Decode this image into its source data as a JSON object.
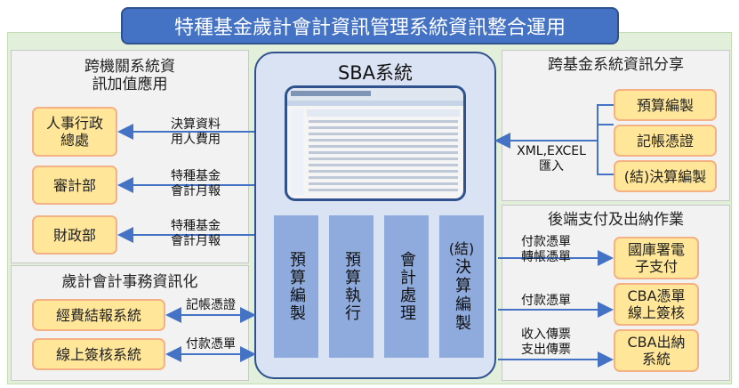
{
  "title": "特種基金歲計會計資訊管理系統資訊整合運用",
  "left_top_panel": {
    "title": "跨機關系統資訊加值應用",
    "boxes": [
      {
        "label": "人事行政總處",
        "arrow_label": "決算資料用人費用"
      },
      {
        "label": "審計部",
        "arrow_label": "特種基金會計月報"
      },
      {
        "label": "財政部",
        "arrow_label": "特種基金會計月報"
      }
    ]
  },
  "left_bottom_panel": {
    "title": "歲計會計事務資訊化",
    "boxes": [
      {
        "label": "經費結報系統",
        "arrow_label": "記帳憑證"
      },
      {
        "label": "線上簽核系統",
        "arrow_label": "付款憑單"
      }
    ]
  },
  "center": {
    "title": "SBA系統",
    "modules": [
      "預算編製",
      "預算執行",
      "會計處理",
      "(結)決算編製"
    ]
  },
  "right_top_panel": {
    "title": "跨基金系統資訊分享",
    "boxes": [
      "預算編製",
      "記帳憑證",
      "(結)決算編製"
    ],
    "arrow_label": "XML,EXCEL匯入"
  },
  "right_bottom_panel": {
    "title": "後端支付及出納作業",
    "boxes": [
      {
        "label": "國庫署電子支付",
        "arrow_label": "付款憑單轉帳憑單"
      },
      {
        "label": "CBA憑單線上簽核",
        "arrow_label": "付款憑單"
      },
      {
        "label": "CBA出納系統",
        "arrow_label": "收入傳票支出傳票"
      }
    ]
  },
  "colors": {
    "title_blue": "#4472c4",
    "module_blue": "#8faadc",
    "arrow_blue": "#4472c4",
    "box_yellow": "#ffe699",
    "box_border": "#f4b183",
    "background_green": "#e2efda"
  }
}
